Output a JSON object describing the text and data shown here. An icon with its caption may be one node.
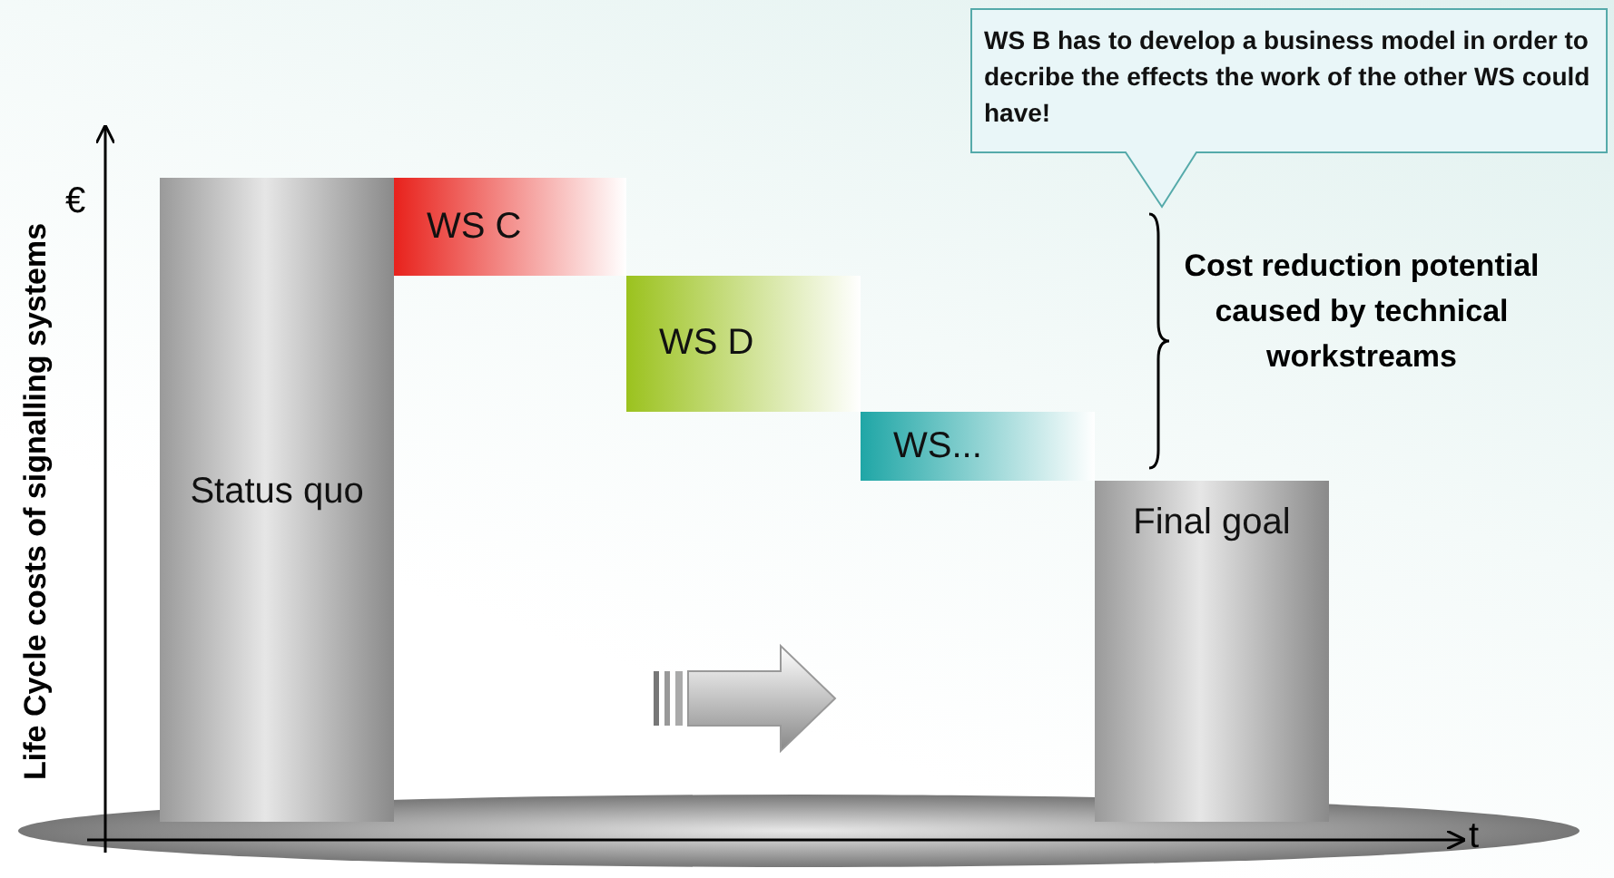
{
  "diagram": {
    "nodes": [
      {
        "text": [
          "Status quo"
        ]
      },
      {
        "text": [
          "WS C"
        ]
      },
      {
        "text": [
          "WS D"
        ]
      },
      {
        "text": [
          "WS..."
        ]
      },
      {
        "text": [
          "Final goal"
        ]
      },
      {
        "text": [
          "WS B has to develop a business model in order to decribe the effects the work of the other WS could have!"
        ]
      }
    ],
    "labels": [
      "€",
      "Life Cycle costs of signalling systems",
      "Cost reduction potential caused by technical workstreams",
      "t"
    ]
  }
}
